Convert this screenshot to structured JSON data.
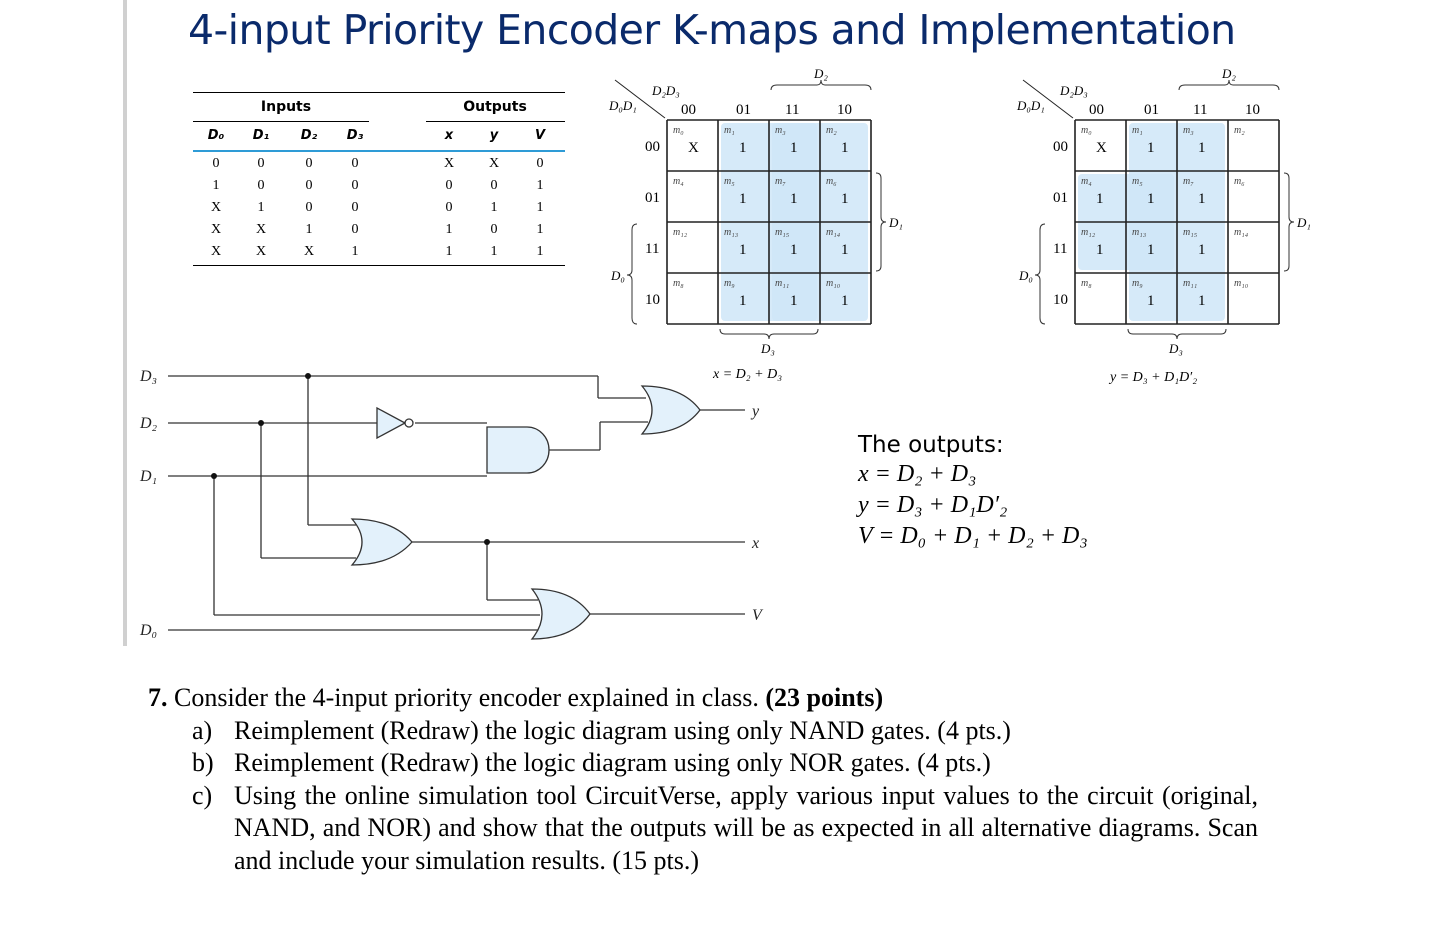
{
  "title": "4-input Priority Encoder K-maps and Implementation",
  "truth_table": {
    "group_inputs": "Inputs",
    "group_outputs": "Outputs",
    "input_cols": [
      "D₀",
      "D₁",
      "D₂",
      "D₃"
    ],
    "output_cols": [
      "x",
      "y",
      "V"
    ],
    "rows": [
      [
        "0",
        "0",
        "0",
        "0",
        "X",
        "X",
        "0"
      ],
      [
        "1",
        "0",
        "0",
        "0",
        "0",
        "0",
        "1"
      ],
      [
        "X",
        "1",
        "0",
        "0",
        "0",
        "1",
        "1"
      ],
      [
        "X",
        "X",
        "1",
        "0",
        "1",
        "0",
        "1"
      ],
      [
        "X",
        "X",
        "X",
        "1",
        "1",
        "1",
        "1"
      ]
    ]
  },
  "kmaps": [
    {
      "corner_top": "D₂D₃",
      "corner_left": "D₀D₁",
      "col_heads": [
        "00",
        "01",
        "11",
        "10"
      ],
      "row_heads": [
        "00",
        "01",
        "11",
        "10"
      ],
      "top_brace": "D₂",
      "right_brace": "D₁",
      "left_brace": "D₀",
      "bottom_brace": "D₃",
      "minterms": [
        [
          "m₀",
          "m₁",
          "m₃",
          "m₂"
        ],
        [
          "m₄",
          "m₅",
          "m₇",
          "m₆"
        ],
        [
          "m₁₂",
          "m₁₃",
          "m₁₅",
          "m₁₄"
        ],
        [
          "m₈",
          "m₉",
          "m₁₁",
          "m₁₀"
        ]
      ],
      "values": [
        [
          "X",
          "1",
          "1",
          "1"
        ],
        [
          "",
          "1",
          "1",
          "1"
        ],
        [
          "",
          "1",
          "1",
          "1"
        ],
        [
          "",
          "1",
          "1",
          "1"
        ]
      ],
      "equation": "x = D₂ + D₃"
    },
    {
      "corner_top": "D₂D₃",
      "corner_left": "D₀D₁",
      "col_heads": [
        "00",
        "01",
        "11",
        "10"
      ],
      "row_heads": [
        "00",
        "01",
        "11",
        "10"
      ],
      "top_brace": "D₂",
      "right_brace": "D₁",
      "left_brace": "D₀",
      "bottom_brace": "D₃",
      "minterms": [
        [
          "m₀",
          "m₁",
          "m₃",
          "m₂"
        ],
        [
          "m₄",
          "m₅",
          "m₇",
          "m₆"
        ],
        [
          "m₁₂",
          "m₁₃",
          "m₁₅",
          "m₁₄"
        ],
        [
          "m₈",
          "m₉",
          "m₁₁",
          "m₁₀"
        ]
      ],
      "values": [
        [
          "X",
          "1",
          "1",
          ""
        ],
        [
          "1",
          "1",
          "1",
          ""
        ],
        [
          "1",
          "1",
          "1",
          ""
        ],
        [
          "",
          "1",
          "1",
          ""
        ]
      ],
      "equation": "y = D₃ + D₁D′₂"
    }
  ],
  "circuit": {
    "inputs": [
      "D₃",
      "D₂",
      "D₁",
      "D₀"
    ],
    "outputs": [
      "y",
      "x",
      "V"
    ]
  },
  "outputs_box": {
    "heading": "The outputs:",
    "equations": [
      "x = D₂ + D₃",
      "y = D₃ + D₁D′₂",
      "V = D₀ + D₁ + D₂ + D₃"
    ]
  },
  "question": {
    "number": "7.",
    "text": "Consider the 4-input priority encoder explained in class.",
    "points": "(23 points)",
    "items": [
      {
        "label": "a)",
        "text": "Reimplement (Redraw) the logic diagram using only NAND gates. (4 pts.)"
      },
      {
        "label": "b)",
        "text": "Reimplement (Redraw) the logic diagram using only NOR gates. (4 pts.)"
      },
      {
        "label": "c)",
        "text": "Using the online simulation tool CircuitVerse, apply various input values to the circuit (original, NAND, and NOR) and show that the outputs will be as expected in all alternative diagrams. Scan and include your simulation results. (15 pts.)"
      }
    ]
  },
  "colors": {
    "title": "#0a2a6b",
    "kmap_group": "#cfe6f8",
    "gate_fill": "#e3f1fb",
    "table_rule": "#2e9bd6"
  }
}
